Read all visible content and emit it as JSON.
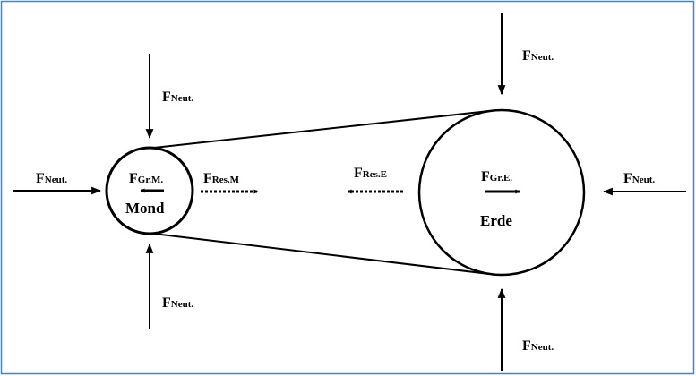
{
  "colors": {
    "frame": "#4f81bd",
    "ink": "#000000",
    "background": "#ffffff"
  },
  "force_letter": "F",
  "neutral_subscript": "Neut.",
  "moon": {
    "name": "Mond",
    "gravity_subscript": "Gr.M.",
    "resultant_subscript": "Res.M"
  },
  "earth": {
    "name": "Erde",
    "gravity_subscript": "Gr.E.",
    "resultant_subscript": "Res.E"
  }
}
